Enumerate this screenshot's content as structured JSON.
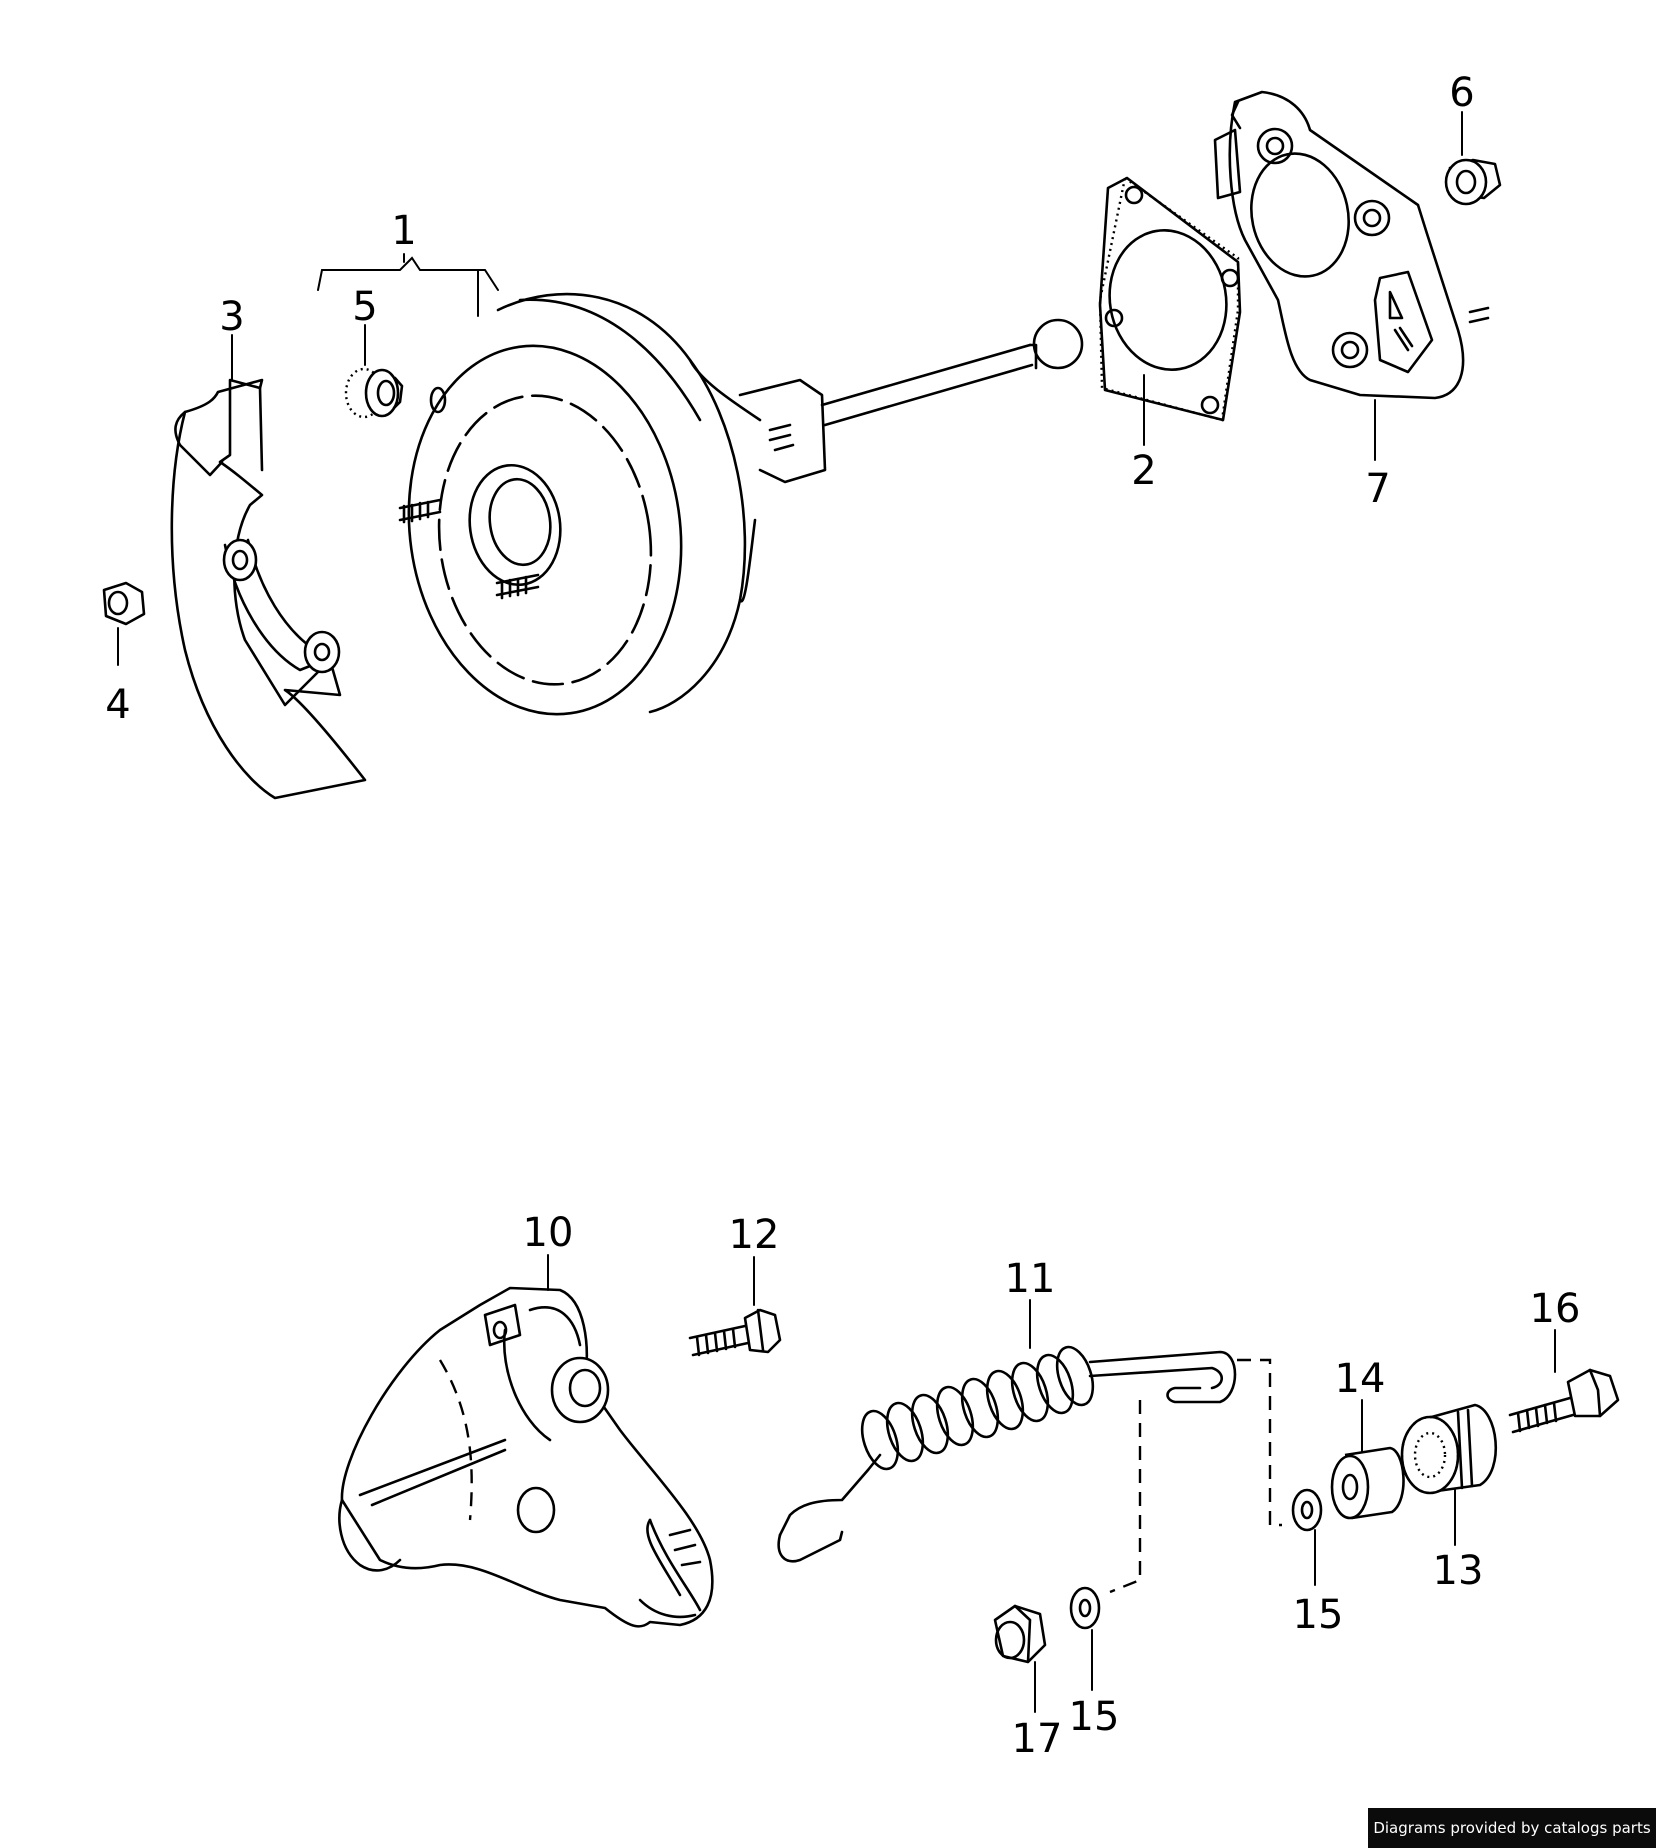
{
  "callouts": {
    "c1": "1",
    "c2": "2",
    "c3": "3",
    "c4": "4",
    "c5": "5",
    "c6": "6",
    "c7": "7",
    "c10": "10",
    "c11": "11",
    "c12": "12",
    "c13": "13",
    "c14": "14",
    "c15a": "15",
    "c15b": "15",
    "c16": "16",
    "c17": "17"
  },
  "footer": {
    "credit": "Diagrams provided by catalogs parts"
  }
}
